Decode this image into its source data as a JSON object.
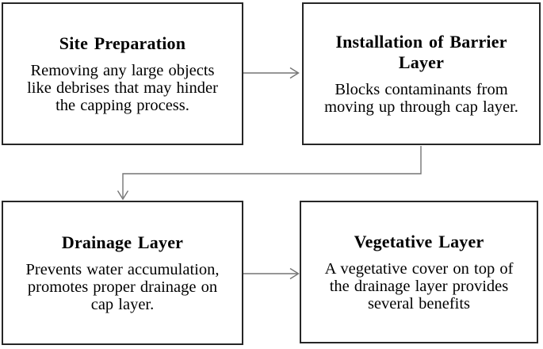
{
  "diagram": {
    "colors": {
      "background": "#ffffff",
      "box_border": "#262626",
      "connector": "#757575",
      "text": "#000000"
    },
    "boxes": [
      {
        "id": "site-preparation",
        "title": "Site Preparation",
        "body": [
          "Removing any large objects",
          "like debrises that may hinder",
          "the capping process."
        ]
      },
      {
        "id": "installation-of-barrier-layer",
        "title": [
          "Installation of Barrier",
          "Layer"
        ],
        "body": [
          "Blocks contaminants from",
          "moving up through cap layer."
        ]
      },
      {
        "id": "drainage-layer",
        "title": "Drainage Layer",
        "body": [
          "Prevents water accumulation,",
          "promotes proper drainage on",
          "cap layer."
        ]
      },
      {
        "id": "vegetative-layer",
        "title": "Vegetative Layer",
        "body": [
          "A vegetative cover on top of",
          "the drainage layer provides",
          "several benefits"
        ]
      }
    ],
    "connectors": [
      {
        "from": "site-preparation",
        "to": "installation-of-barrier-layer",
        "style": "straight-right-arrow"
      },
      {
        "from": "installation-of-barrier-layer",
        "to": "drainage-layer",
        "style": "elbow-down-left-down-arrow"
      },
      {
        "from": "drainage-layer",
        "to": "vegetative-layer",
        "style": "straight-right-arrow"
      }
    ]
  }
}
